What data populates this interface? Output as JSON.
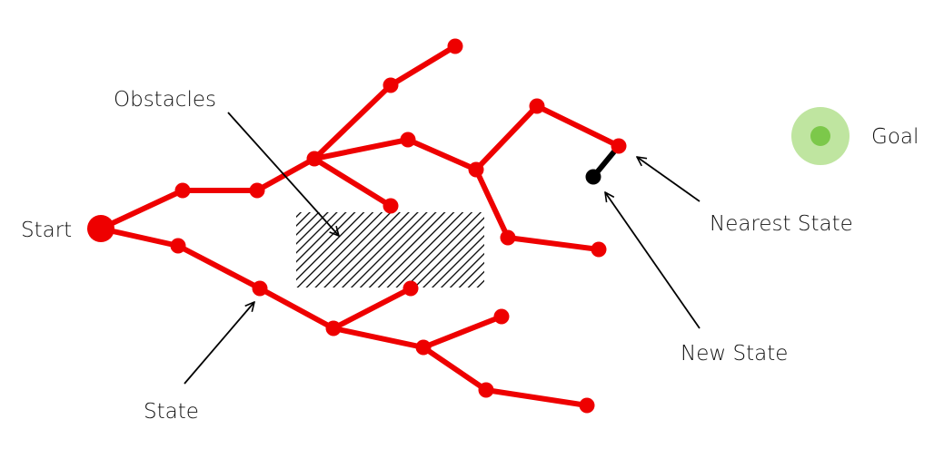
{
  "labels": {
    "obstacles": "Obstacles",
    "start": "Start",
    "goal": "Goal",
    "nearest_state": "Nearest State",
    "new_state": "New State",
    "state": "State"
  },
  "colors": {
    "tree": "#ee0000",
    "new_edge": "#000000",
    "goal_outer": "#bfe5a0",
    "goal_inner": "#7cc84a",
    "obstacle_hatch": "#000000",
    "arrow": "#000000",
    "text": "#111111"
  }
}
